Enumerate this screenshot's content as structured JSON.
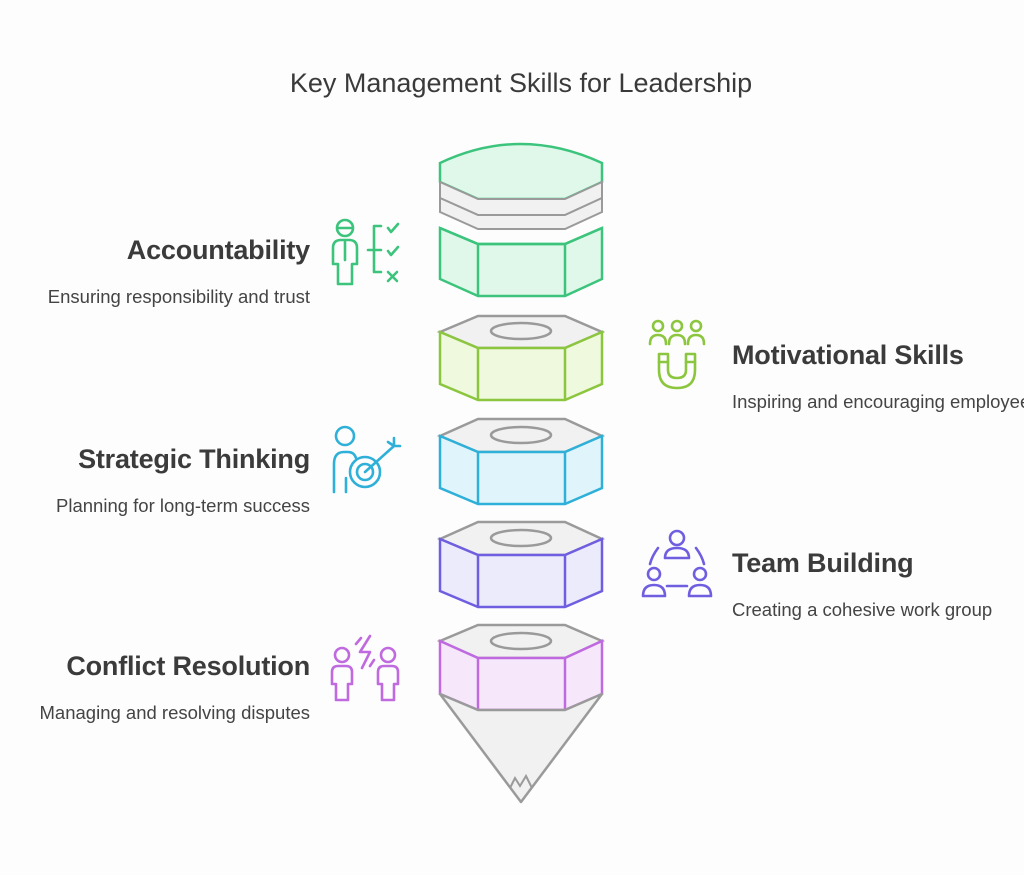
{
  "title": "Key Management Skills for Leadership",
  "colors": {
    "green": "#3cc47c",
    "lime": "#8cc63f",
    "cyan": "#2fb0d8",
    "indigo": "#6f5fe0",
    "purple": "#c06ae0",
    "gray": "#9a9a9a"
  },
  "skills": [
    {
      "id": "accountability",
      "heading": "Accountability",
      "description": "Ensuring responsibility and trust",
      "side": "left",
      "color": "#3cc47c",
      "fill": "#dff8ea",
      "icon": "person-checklist-icon"
    },
    {
      "id": "motivational",
      "heading": "Motivational Skills",
      "description": "Inspiring and encouraging employees",
      "side": "right",
      "color": "#8cc63f",
      "fill": "#eef9dd",
      "icon": "magnet-people-icon"
    },
    {
      "id": "strategic",
      "heading": "Strategic Thinking",
      "description": "Planning for long-term success",
      "side": "left",
      "color": "#2fb0d8",
      "fill": "#e0f5fb",
      "icon": "person-target-icon"
    },
    {
      "id": "team",
      "heading": "Team Building",
      "description": "Creating a cohesive work group",
      "side": "right",
      "color": "#6f5fe0",
      "fill": "#ecebfc",
      "icon": "team-cycle-icon"
    },
    {
      "id": "conflict",
      "heading": "Conflict Resolution",
      "description": "Managing and resolving disputes",
      "side": "left",
      "color": "#c06ae0",
      "fill": "#f6e7fb",
      "icon": "people-conflict-icon"
    }
  ]
}
